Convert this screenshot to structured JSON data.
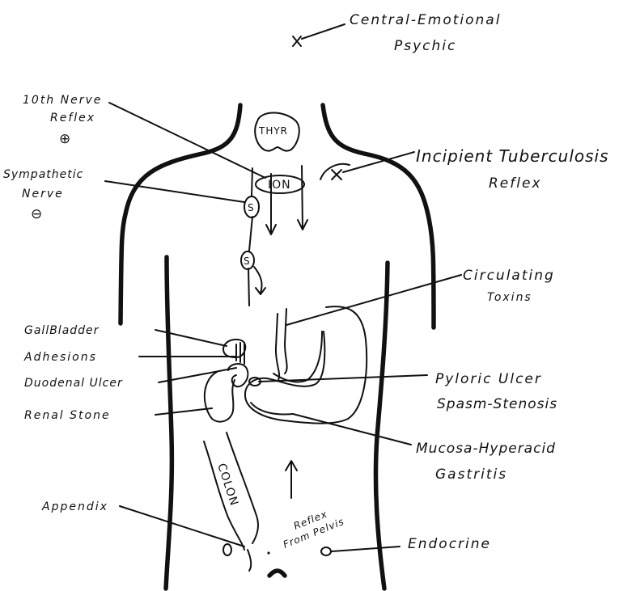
{
  "labels": {
    "central_line1": "Central-Emotional",
    "central_line2": "Psychic",
    "tenth_nerve_line1": "10th Nerve",
    "tenth_nerve_line2": "Reflex",
    "tenth_nerve_sign": "⊕",
    "sympathetic_line1": "Sympathetic",
    "sympathetic_line2": "Nerve",
    "sympathetic_sign": "⊖",
    "tuberculosis_line1": "Incipient Tuberculosis",
    "tuberculosis_line2": "Reflex",
    "circulating_line1": "Circulating",
    "circulating_line2": "Toxins",
    "gall_bladder": "GallBladder",
    "adhesions": "Adhesions",
    "duodenal_ulcer": "Duodenal Ulcer",
    "renal_stone": "Renal Stone",
    "pyloric_line1": "Pyloric Ulcer",
    "pyloric_line2": "Spasm-Stenosis",
    "mucosa_line1": "Mucosa-Hyperacid",
    "mucosa_line2": "Gastritis",
    "appendix": "Appendix",
    "endocrine": "Endocrine",
    "reflex_pelvis_line1": "Reflex",
    "reflex_pelvis_line2": "From Pelvis"
  },
  "organ_labels": {
    "thyroid": "THYR",
    "ten_n": "ION",
    "s_upper": "S",
    "s_lower": "S",
    "colon": "COLON"
  },
  "colors": {
    "ink": "#111111",
    "paper": "#ffffff"
  }
}
